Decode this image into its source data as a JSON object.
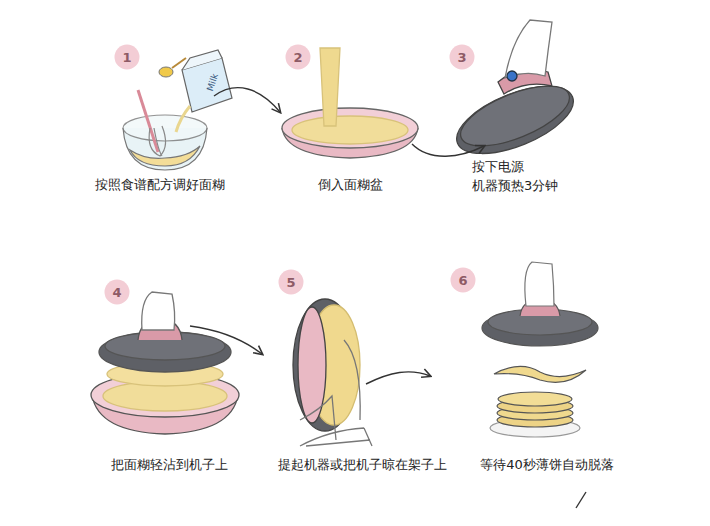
{
  "diagram": {
    "nodes": [
      {
        "text": [
          "1"
        ]
      },
      {
        "text": [
          "2"
        ]
      },
      {
        "text": [
          "3"
        ]
      },
      {
        "text": [
          "4"
        ]
      },
      {
        "text": [
          "5"
        ]
      },
      {
        "text": [
          "6"
        ]
      }
    ],
    "labels": [
      "Milk",
      "按照食谱配方调好面糊",
      "倒入面糊盆",
      "按下电源 机器预热3分钟",
      "把面糊轻沾到机子上",
      "提起机器或把机子晾在架子上",
      "等待40秒薄饼自动脱落"
    ]
  }
}
